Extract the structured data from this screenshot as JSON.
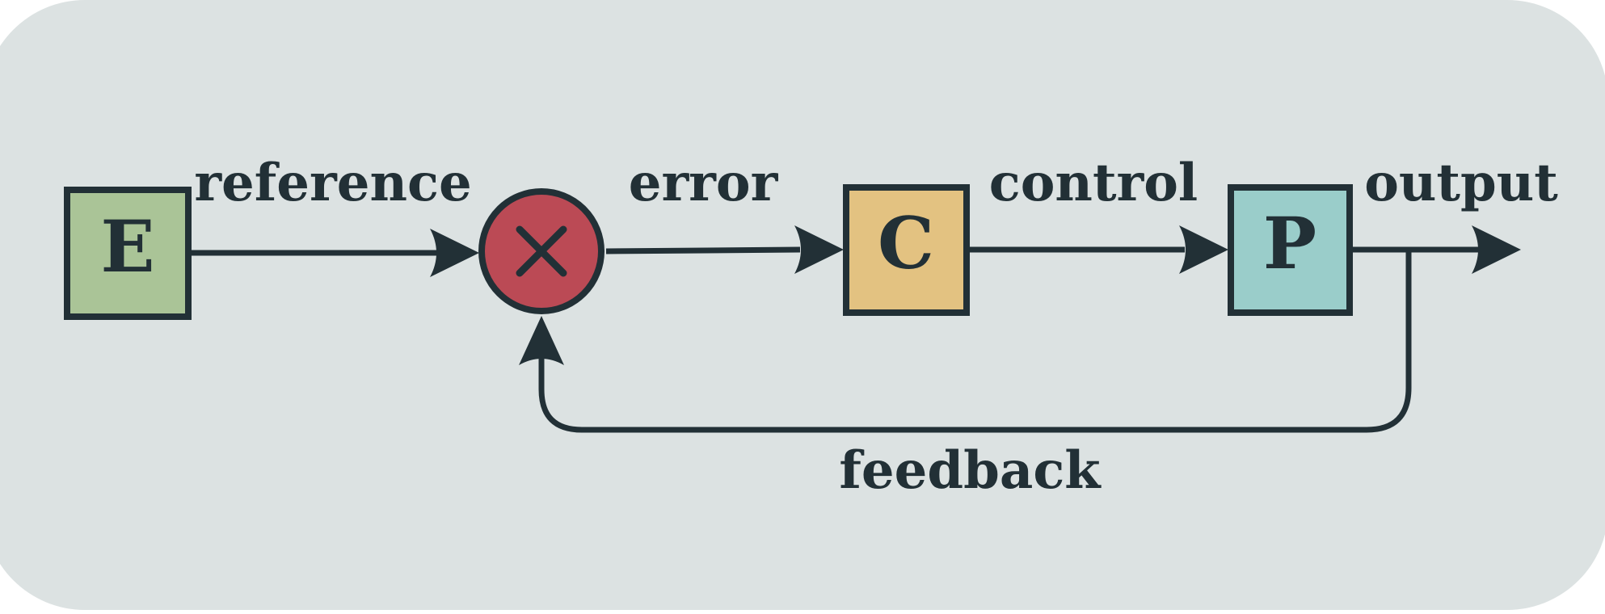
{
  "colors": {
    "background": "#dce2e2",
    "stroke": "#223036",
    "e_fill": "#aac497",
    "sum_fill": "#bb4a55",
    "c_fill": "#e3c281",
    "p_fill": "#9acdca"
  },
  "nodes": {
    "e": {
      "label": "E"
    },
    "sum": {
      "icon": "multiply-icon"
    },
    "c": {
      "label": "C"
    },
    "p": {
      "label": "P"
    }
  },
  "edges": {
    "reference": "reference",
    "error": "error",
    "control": "control",
    "output": "output",
    "feedback": "feedback"
  }
}
